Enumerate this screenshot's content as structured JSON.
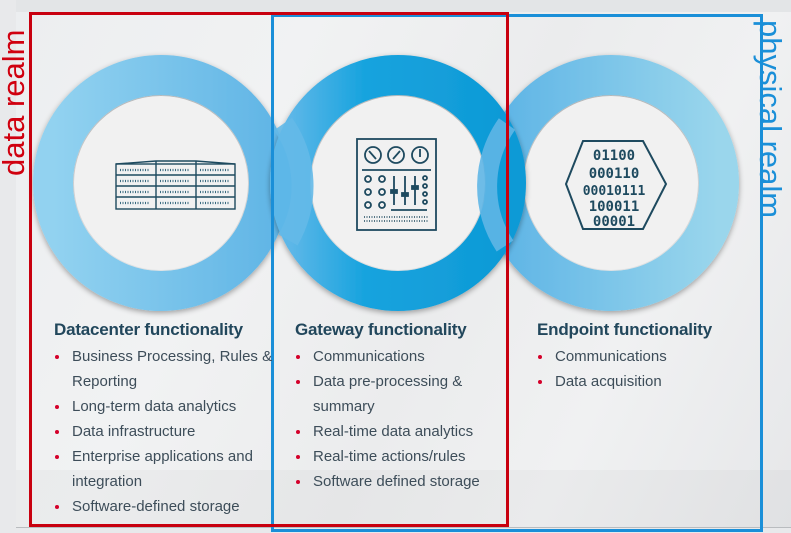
{
  "realms": {
    "data": {
      "label": "data realm",
      "color": "#c8000f"
    },
    "physical": {
      "label": "physical realm",
      "color": "#1a8fd8"
    }
  },
  "rings": {
    "colors": {
      "left": "#7dc4ea",
      "center": "#1ba6df",
      "right": "#8fd0ec",
      "inner": "#f1f1f1",
      "icon": "#1e4a5f"
    }
  },
  "columns": [
    {
      "title": "Datacenter functionality",
      "icon": "server-rack-icon",
      "items": [
        "Business Processing, Rules & Reporting",
        "Long-term data analytics",
        "Data infrastructure",
        "Enterprise applications and integration",
        "Software-defined storage"
      ]
    },
    {
      "title": "Gateway functionality",
      "icon": "control-panel-icon",
      "items": [
        "Communications",
        "Data pre-processing & summary",
        "Real-time data analytics",
        "Real-time actions/rules",
        "Software defined storage"
      ]
    },
    {
      "title": "Endpoint functionality",
      "icon": "binary-hexagon-icon",
      "items": [
        "Communications",
        "Data acquisition"
      ]
    }
  ],
  "binary_rows": [
    "01100",
    "000110",
    "00010111",
    "100011",
    "00001"
  ]
}
